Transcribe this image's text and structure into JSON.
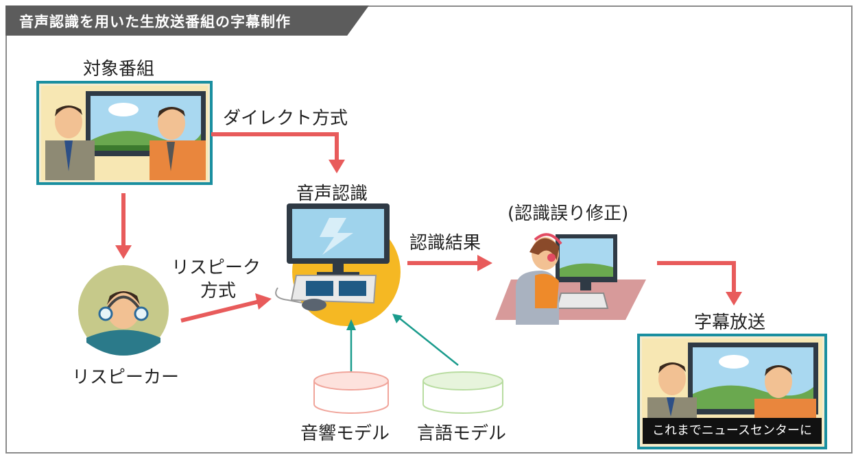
{
  "title": "音声認識を用いた生放送番組の字幕制作",
  "labels": {
    "target_program": "対象番組",
    "direct_method": "ダイレクト方式",
    "speech_recognition": "音声認識",
    "respeak_method_line1": "リスピーク",
    "respeak_method_line2": "方式",
    "respeaker": "リスピーカー",
    "recognition_result": "認識結果",
    "error_correction": "(認識誤り修正)",
    "caption_broadcast": "字幕放送",
    "acoustic_model": "音響モデル",
    "language_model": "言語モデル"
  },
  "caption_text": "これまでニュースセンターに",
  "colors": {
    "arrow_red": "#e85b5b",
    "arrow_teal": "#1a9b8c",
    "frame_teal": "#1a8fa0",
    "accent_yellow": "#f5b823",
    "header_gray": "#5c5c5c"
  }
}
